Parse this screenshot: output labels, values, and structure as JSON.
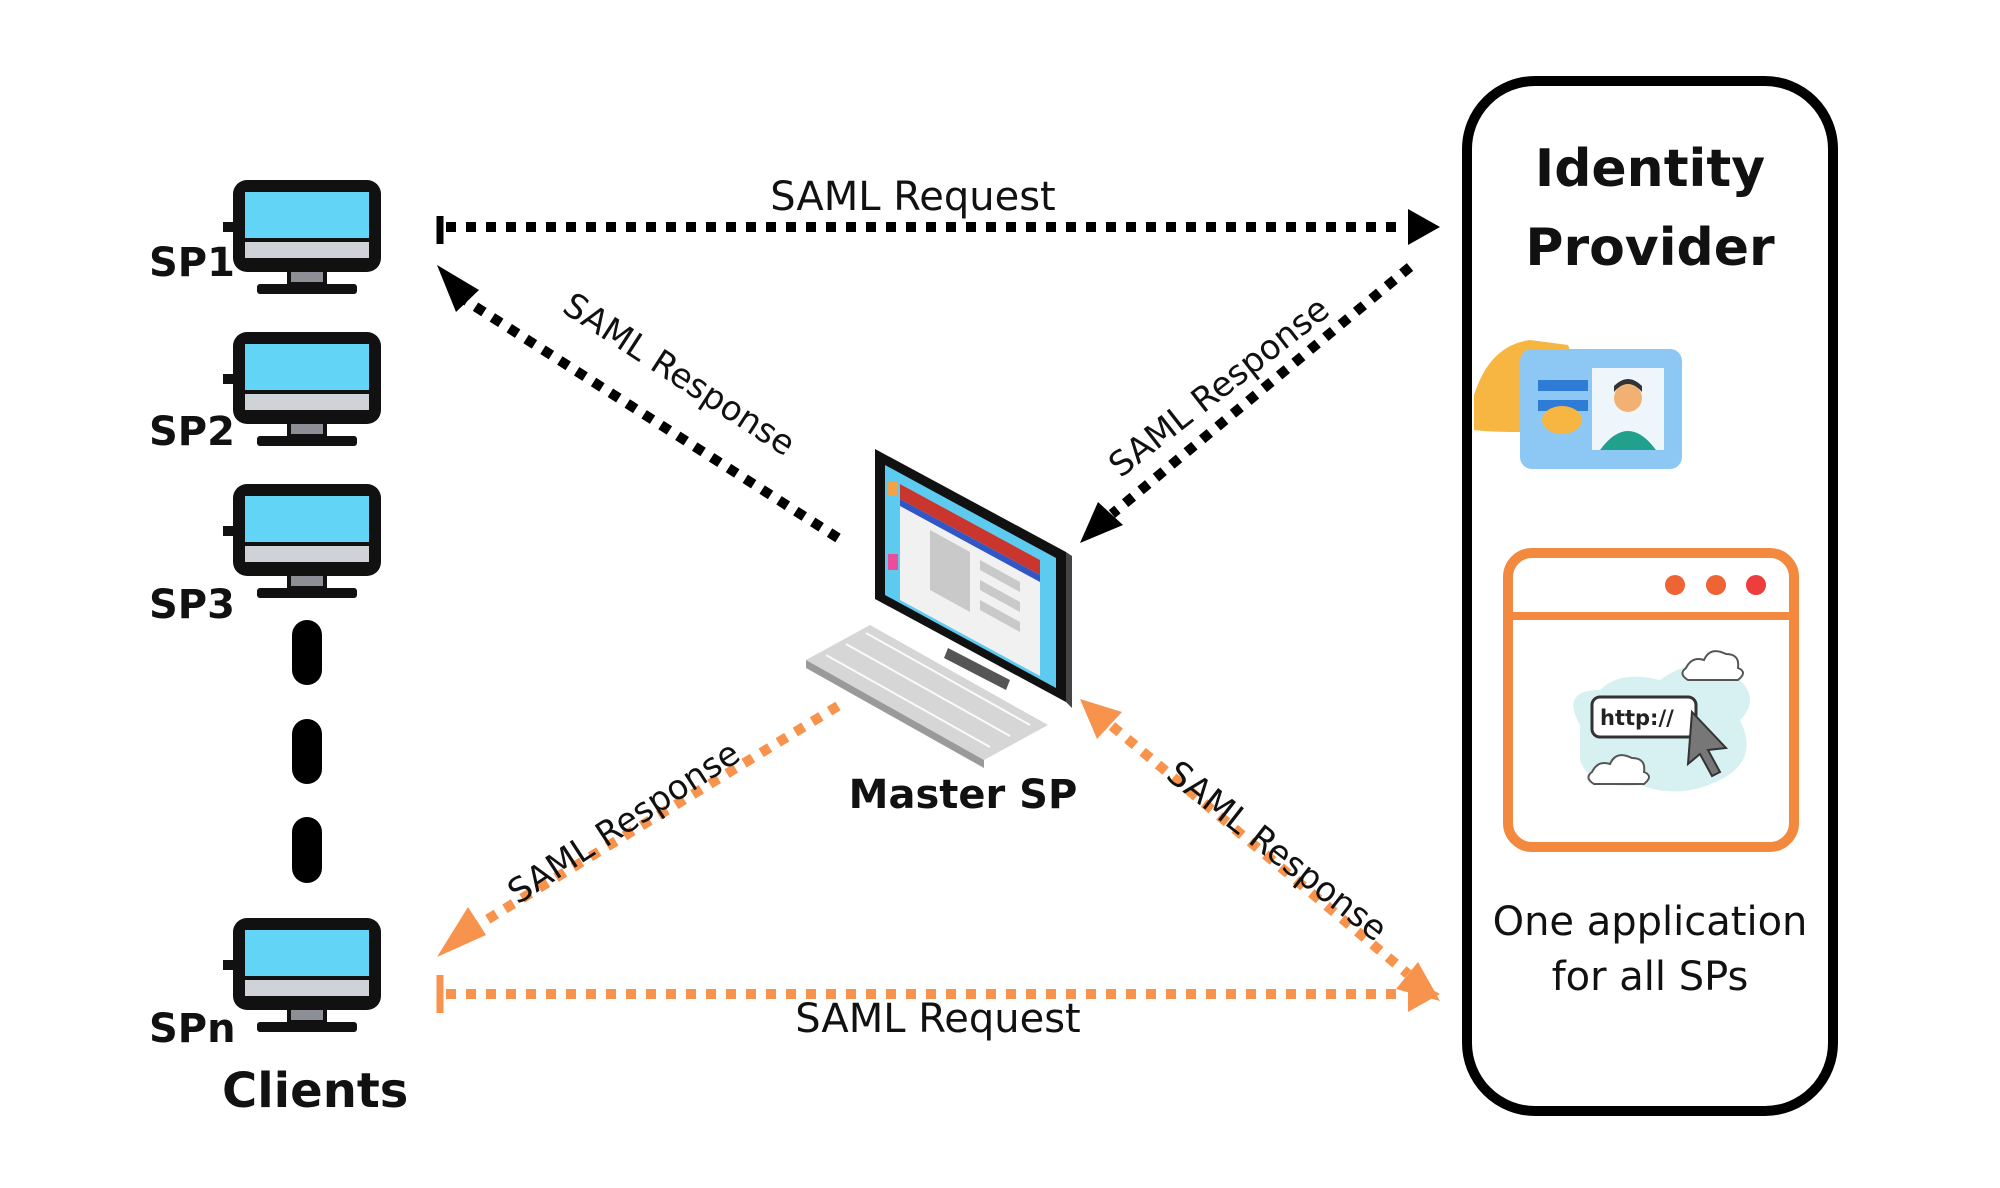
{
  "clients": {
    "items": [
      {
        "label": "SP1"
      },
      {
        "label": "SP2"
      },
      {
        "label": "SP3"
      },
      {
        "label": "SPn"
      }
    ],
    "group_label": "Clients"
  },
  "master": {
    "label": "Master SP"
  },
  "idp": {
    "title_line1": "Identity",
    "title_line2": "Provider",
    "caption_line1": "One application",
    "caption_line2": "for all SPs",
    "browser_url": "http://"
  },
  "flows": {
    "top_request": "SAML Request",
    "top_left_response": "SAML Response",
    "top_right_response": "SAML Response",
    "bottom_left_response": "SAML Response",
    "bottom_right_response": "SAML Response",
    "bottom_request": "SAML Request"
  },
  "colors": {
    "black_flow": "#000000",
    "orange_flow": "#f7934c",
    "monitor_screen": "#62d4f6",
    "idp_border": "#000000"
  }
}
